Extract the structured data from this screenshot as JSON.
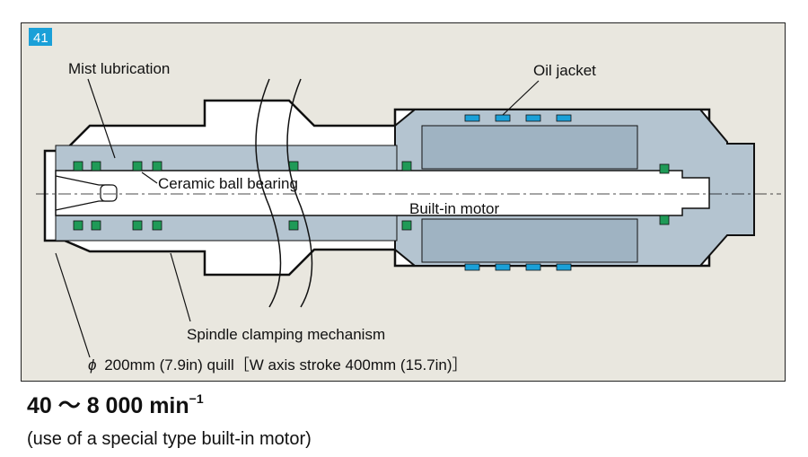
{
  "figure_number": "41",
  "labels": {
    "mist_lubrication": "Mist lubrication",
    "oil_jacket": "Oil jacket",
    "ceramic_ball_bearing": "Ceramic ball bearing",
    "built_in_motor": "Built-in motor",
    "spindle_clamping": "Spindle clamping mechanism",
    "quill_symbol": "ϕ",
    "quill_size": "200mm (7.9in) quill［W axis stroke 400mm (15.7in)］"
  },
  "speed": {
    "range": "40 ～ 8 000 min",
    "exponent": "−1"
  },
  "note": "(use of a special type built-in motor)",
  "colors": {
    "frame_bg": "#e9e7df",
    "housing": "#b4c4d0",
    "bearing": "#1f9a57",
    "badge": "#1aa0d8"
  }
}
